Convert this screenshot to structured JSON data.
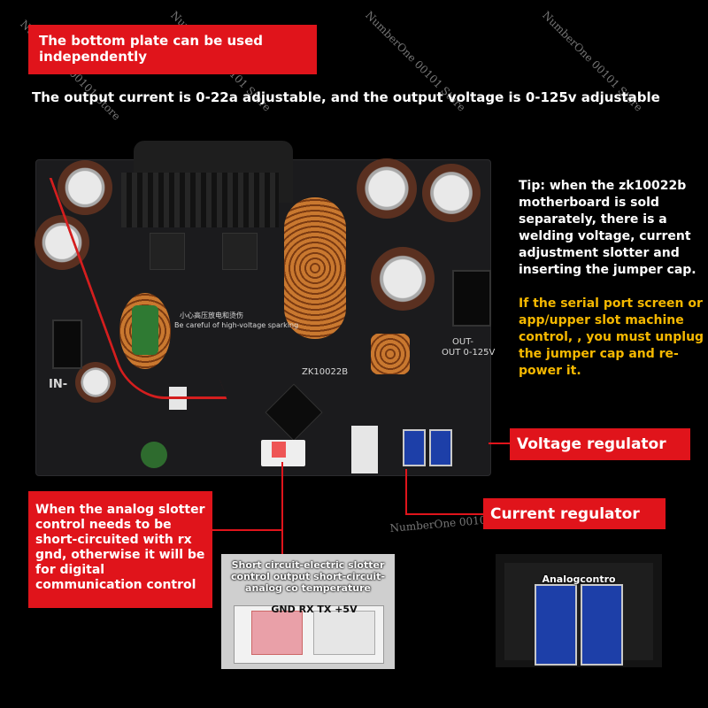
{
  "banner": {
    "text": "The bottom plate can be used independently"
  },
  "subtitle": "The output current is 0-22a adjustable, and the output voltage is 0-125v adjustable",
  "tip": {
    "white": "Tip: when the zk10022b motherboard is sold separately, there is a welding voltage, current adjustment slotter and inserting the jumper cap.",
    "yellow": "If the serial port screen or app/upper slot machine control, , you must unplug the jumper cap and re-power it."
  },
  "board": {
    "model": "ZK10022B",
    "warning_cn": "小心高压放电和烫伤",
    "warning_en": "Be careful of high-voltage sparking",
    "out_label": "OUT-",
    "out_range": "OUT 0-125V",
    "in_label": "IN-"
  },
  "labels": {
    "voltage": "Voltage regulator",
    "current": "Current regulator"
  },
  "analog_note": "When the analog slotter control needs to be short-circuited with rx gnd, otherwise it will be for digital communication control",
  "inset_left": {
    "caption": "Short circuit-electric slotter control output short-circuit-analog co temperature",
    "pins": "GND RX TX +5V"
  },
  "inset_right": {
    "caption": "Analogcontro"
  },
  "watermark": "NumberOne 00101 Store",
  "colors": {
    "red": "#e0141b",
    "yellow": "#f5b800",
    "background": "#000000"
  }
}
